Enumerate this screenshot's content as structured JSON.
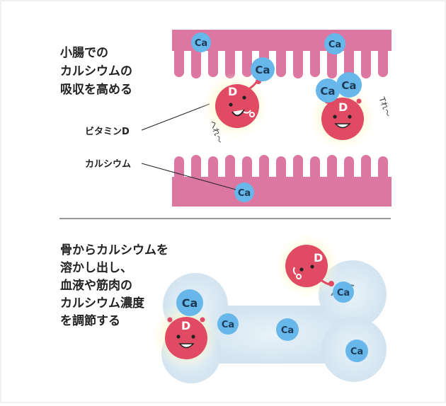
{
  "section_top": {
    "caption_lines": [
      "小腸での",
      "カルシウムの",
      "吸収を高める"
    ],
    "label_vitamin_d": "ビタミンD",
    "label_calcium": "カルシウム",
    "speech_left": "へれ〜",
    "speech_right": "Tれ〜"
  },
  "section_bottom": {
    "caption_lines": [
      "骨からカルシウムを",
      "溶かし出し、",
      "血液や筋肉の",
      "カルシウム濃度",
      "を調節する"
    ]
  },
  "ion_label": "Ca",
  "vitamin_letter": "D",
  "colors": {
    "villi_pink": "#dc77a2",
    "calcium_blue": "#67b7ea",
    "vitamin_red": "#e04a63",
    "bone_fill": "#d7e8f3",
    "glow_yellow": "#fff6b0"
  }
}
